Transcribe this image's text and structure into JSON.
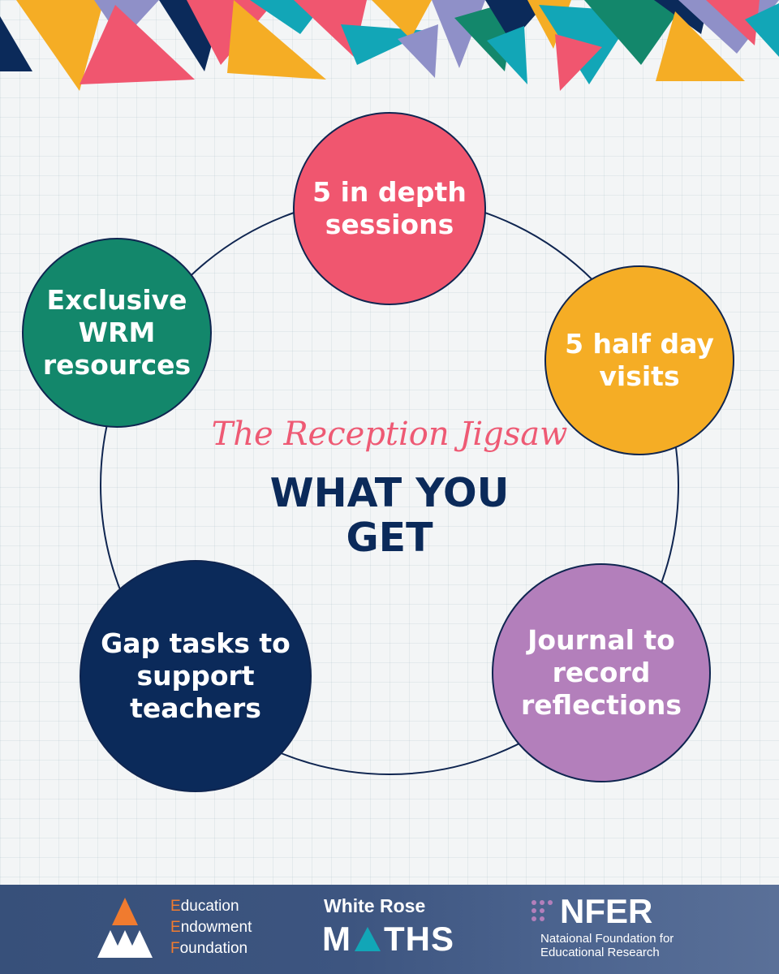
{
  "colors": {
    "pink": "#f0566f",
    "orange": "#f5ad25",
    "green": "#13876b",
    "navy": "#0b2a5a",
    "purple": "#b37fbb",
    "teal": "#12a6b7",
    "lavender": "#8f90c8",
    "footer": "#3d5580",
    "eef_accent": "#f07b2f"
  },
  "header": {
    "subtitle": "The Reception Jigsaw",
    "title_line1": "WHAT YOU",
    "title_line2": "GET"
  },
  "items": [
    {
      "name": "sessions",
      "label": "5 in depth sessions",
      "color": "pink"
    },
    {
      "name": "visits",
      "label": "5 half day visits",
      "color": "orange"
    },
    {
      "name": "resources",
      "label": "Exclusive WRM resources",
      "color": "green"
    },
    {
      "name": "gap-tasks",
      "label": "Gap tasks to support teachers",
      "color": "navy"
    },
    {
      "name": "journal",
      "label": "Journal to record reflections",
      "color": "purple"
    }
  ],
  "footer": {
    "eef": {
      "line1_cap": "E",
      "line1_rest": "ducation",
      "line2_cap": "E",
      "line2_rest": "ndowment",
      "line3_cap": "F",
      "line3_rest": "oundation"
    },
    "wrm": {
      "top": "White Rose",
      "bottom_start": "M",
      "bottom_end": "THS"
    },
    "nfer": {
      "word": "NFER",
      "subtitle": "Nataional Foundation for Educational Research"
    }
  }
}
